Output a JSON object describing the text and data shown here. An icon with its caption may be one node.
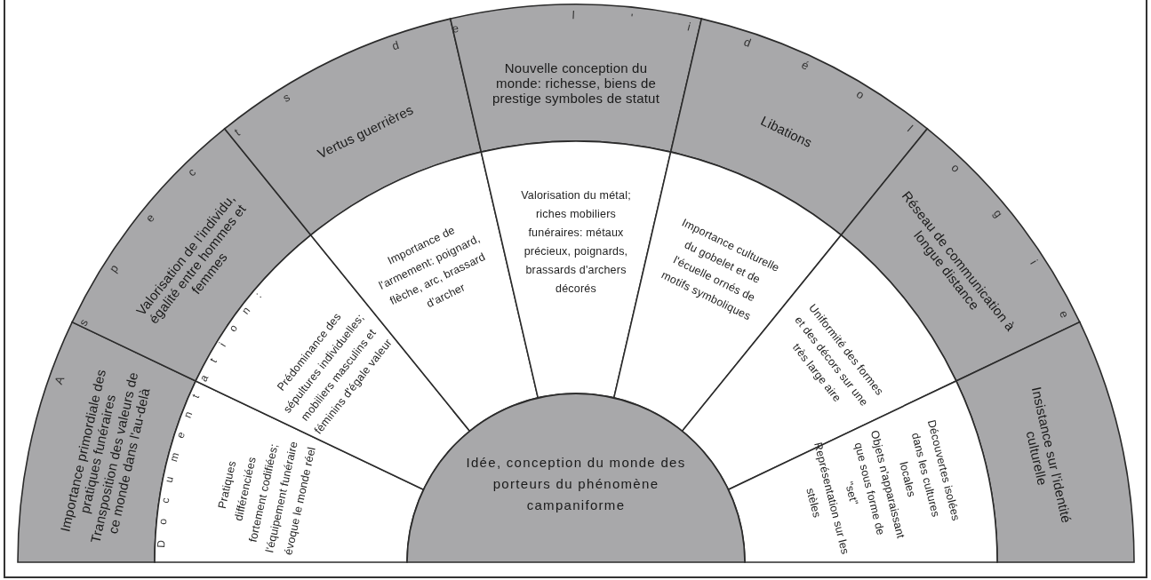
{
  "diagram": {
    "nodes": [
      {
        "text": [
          "Importance primordiale des pratiques funéraires",
          "Transposition des valeurs de ce monde dans l'au-delà"
        ]
      },
      {
        "text": [
          "Valorisation de l'individu, égalité entre hommes et femmes"
        ]
      },
      {
        "text": [
          "Vertus guerrières"
        ]
      },
      {
        "text": [
          "Nouvelle conception du monde: richesse, biens de prestige symboles de statut"
        ]
      },
      {
        "text": [
          "Libations"
        ]
      },
      {
        "text": [
          "Réseau de communication à longue distance"
        ]
      },
      {
        "text": [
          "Insistance sur l'identité culturelle"
        ]
      },
      {
        "text": [
          "Pratiques différenciées fortement codifiées; l'équipement funéraire évoque le monde réel"
        ]
      },
      {
        "text": [
          "Prédominance des sépultures individuelles; mobiliers masculins et féminins d'égale valeur"
        ]
      },
      {
        "text": [
          "Importance de l'armement: poignard, flèche, arc, brassard d'archer"
        ]
      },
      {
        "text": [
          "Valorisation du métal; riches mobiliers funéraires: métaux précieux, poignards, brassards d'archers décorés"
        ]
      },
      {
        "text": [
          "Importance culturelle du gobelet et de l'écuelle ornés de motifs symboliques"
        ]
      },
      {
        "text": [
          "Uniformité des formes et des décors sur une très large aire"
        ]
      },
      {
        "text": [
          "Découvertes isolées dans les cultures locales",
          "Objets n'apparaissant que sous forme de \"set\"",
          "Représentation sur les stèles"
        ]
      },
      {
        "text": [
          "Idée, conception du monde des porteurs du phénomène campaniforme"
        ]
      }
    ],
    "labels": [
      "Aspects de l'idéologie",
      "Documentation:"
    ]
  }
}
